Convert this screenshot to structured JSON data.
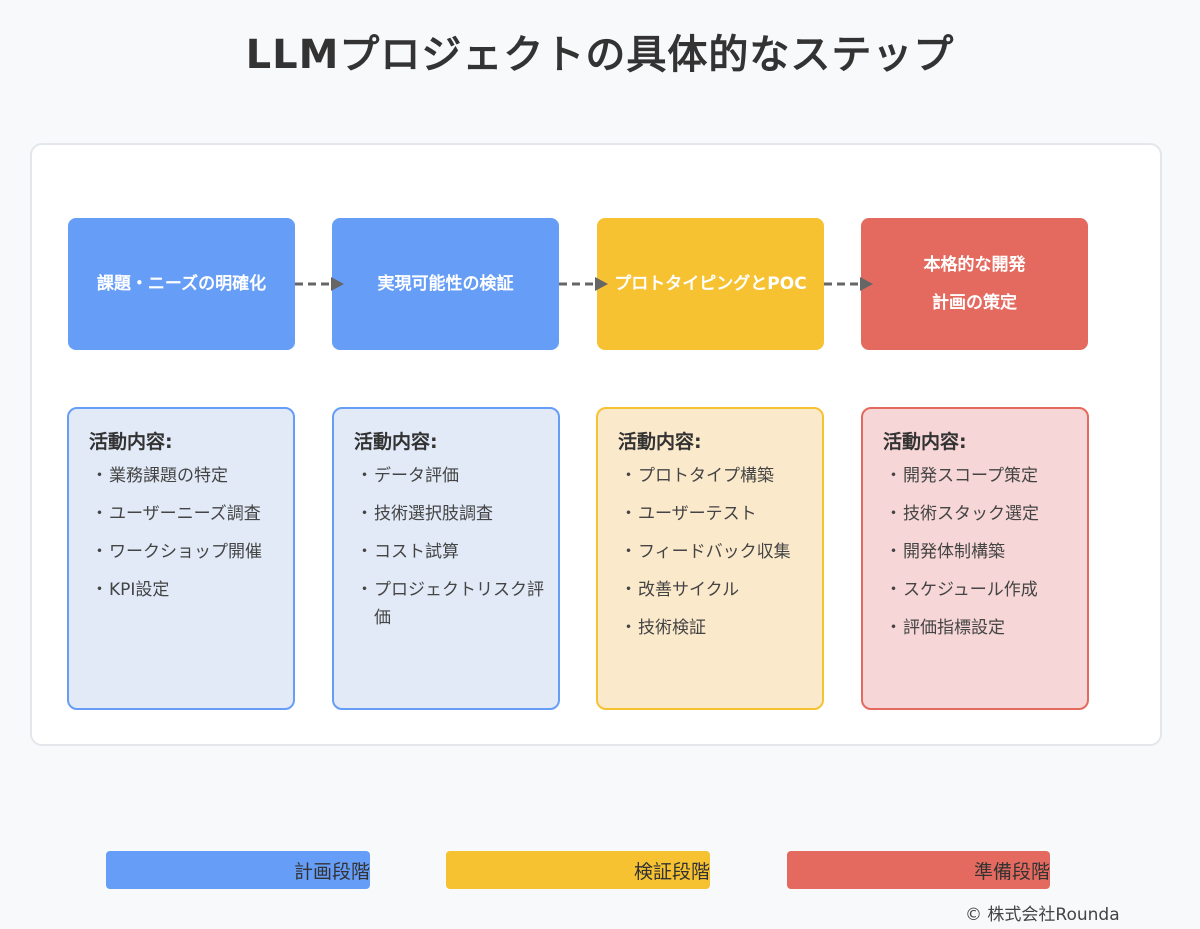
{
  "title": "LLMプロジェクトの具体的なステップ",
  "colors": {
    "planning": "#669df6",
    "planning_light": "#e2eaf8",
    "validation": "#f6c232",
    "validation_light": "#fbe9cc",
    "preparation": "#e46a5f",
    "preparation_light": "#f6d6d6",
    "arrow": "#666666"
  },
  "steps": [
    {
      "lines": [
        "課題・ニーズの明確化"
      ]
    },
    {
      "lines": [
        "実現可能性の検証"
      ]
    },
    {
      "lines": [
        "プロトタイピングとPOC"
      ]
    },
    {
      "lines": [
        "本格的な開発",
        "計画の策定"
      ]
    }
  ],
  "activities": [
    {
      "heading": "活動内容:",
      "items": [
        "業務課題の特定",
        "ユーザーニーズ調査",
        "ワークショップ開催",
        "KPI設定"
      ]
    },
    {
      "heading": "活動内容:",
      "items": [
        "データ評価",
        "技術選択肢調査",
        "コスト試算",
        "プロジェクトリスク評価"
      ]
    },
    {
      "heading": "活動内容:",
      "items": [
        "プロトタイプ構築",
        "ユーザーテスト",
        "フィードバック収集",
        "改善サイクル",
        "技術検証"
      ]
    },
    {
      "heading": "活動内容:",
      "items": [
        "開発スコープ策定",
        "技術スタック選定",
        "開発体制構築",
        "スケジュール作成",
        "評価指標設定"
      ]
    }
  ],
  "bullet": "・",
  "legend": [
    {
      "label": "計画段階"
    },
    {
      "label": "検証段階"
    },
    {
      "label": "準備段階"
    }
  ],
  "copyright": "© 株式会社Rounda"
}
